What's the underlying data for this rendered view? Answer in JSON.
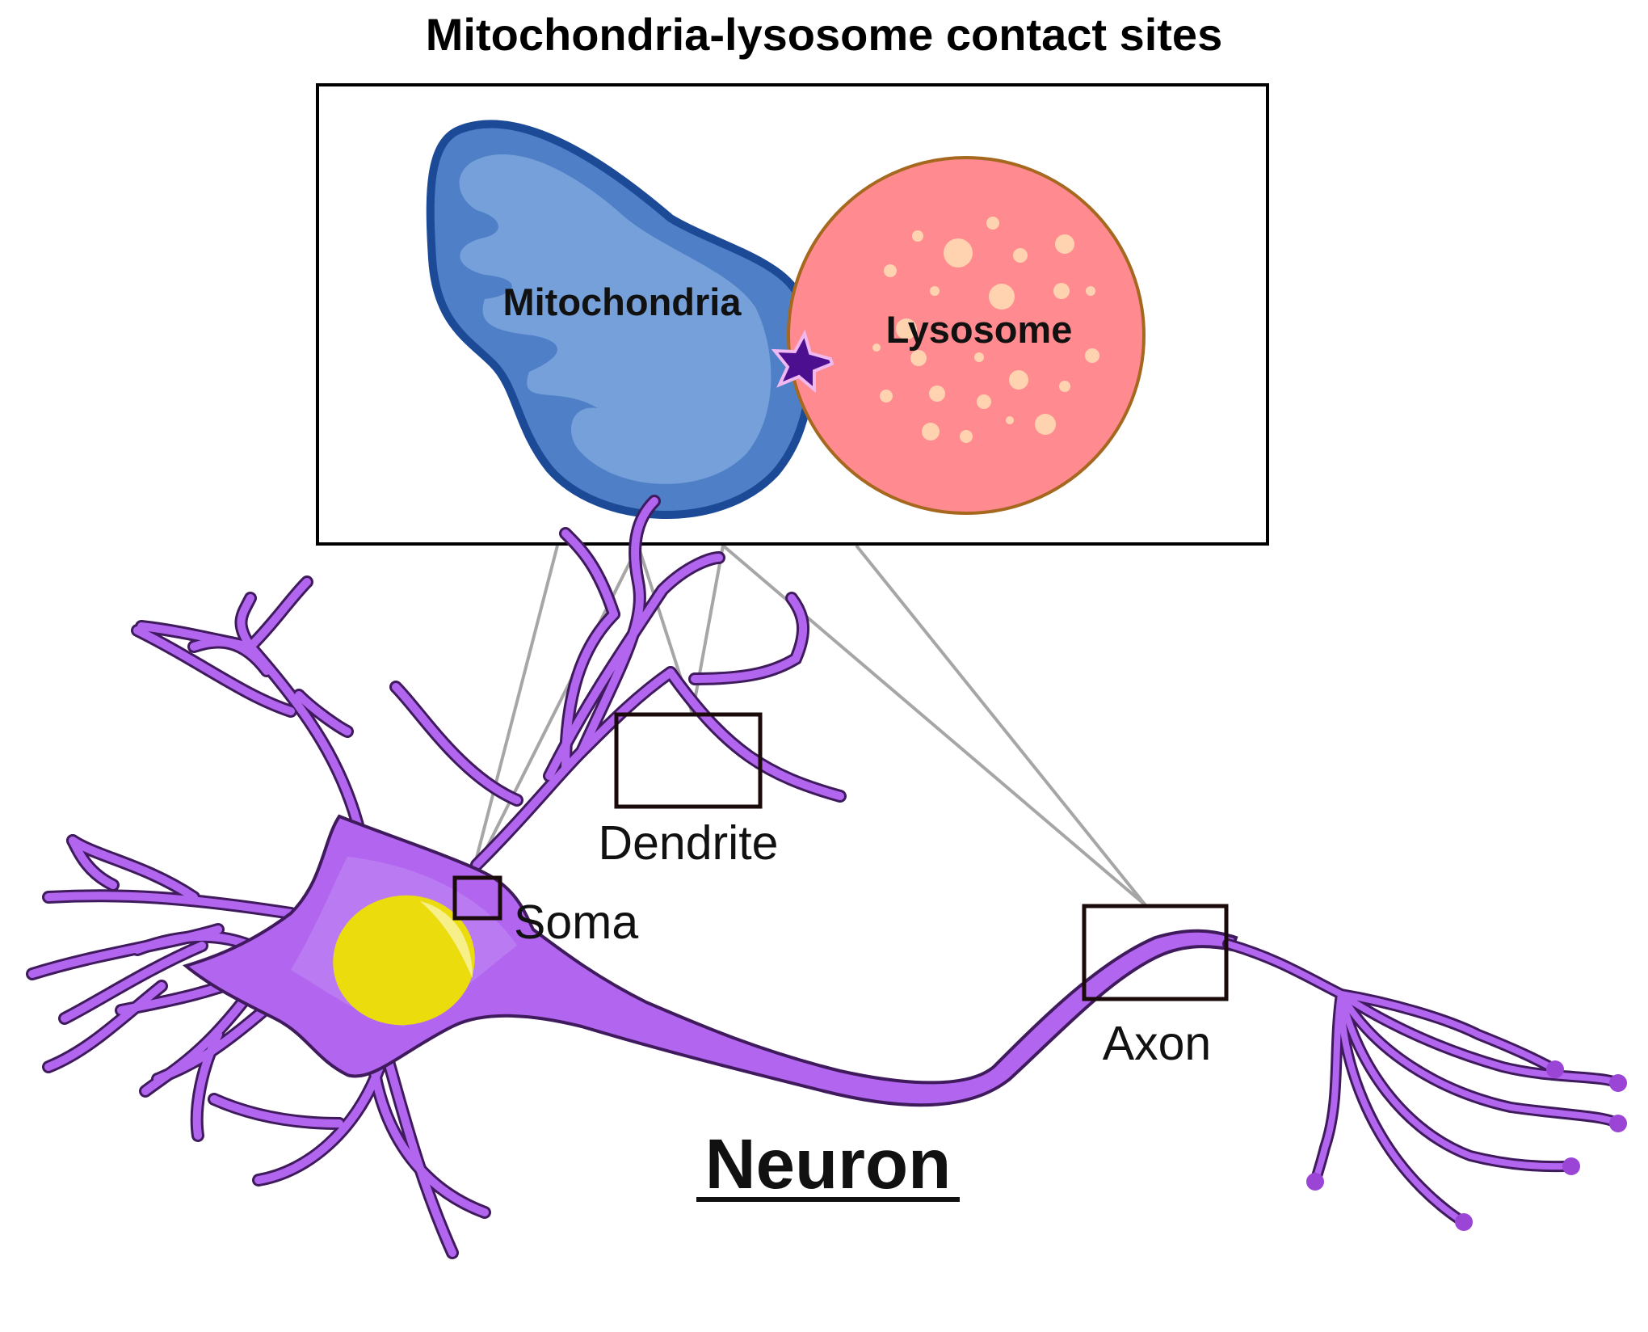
{
  "title": "Mitochondria-lysosome contact sites",
  "inset": {
    "mitochondria_label": "Mitochondria",
    "lysosome_label": "Lysosome"
  },
  "regions": {
    "dendrite_label": "Dendrite",
    "soma_label": "Soma",
    "axon_label": "Axon"
  },
  "neuron_label": "Neuron",
  "colors": {
    "neuron": "#b266f0",
    "neuron_outline": "#3f1a5c",
    "nucleus": "#ebdc0e",
    "mitochondria": "#4f7fc7",
    "mitochondria_outline": "#1c4a96",
    "mitochondria_cristae": "#76a0da",
    "lysosome": "#ff8a90",
    "lysosome_outline": "#a5681e",
    "lysosome_granules": "#ffd3b0",
    "contact_site": "#4b0f8f",
    "connector_lines": "#a6a6a6"
  }
}
